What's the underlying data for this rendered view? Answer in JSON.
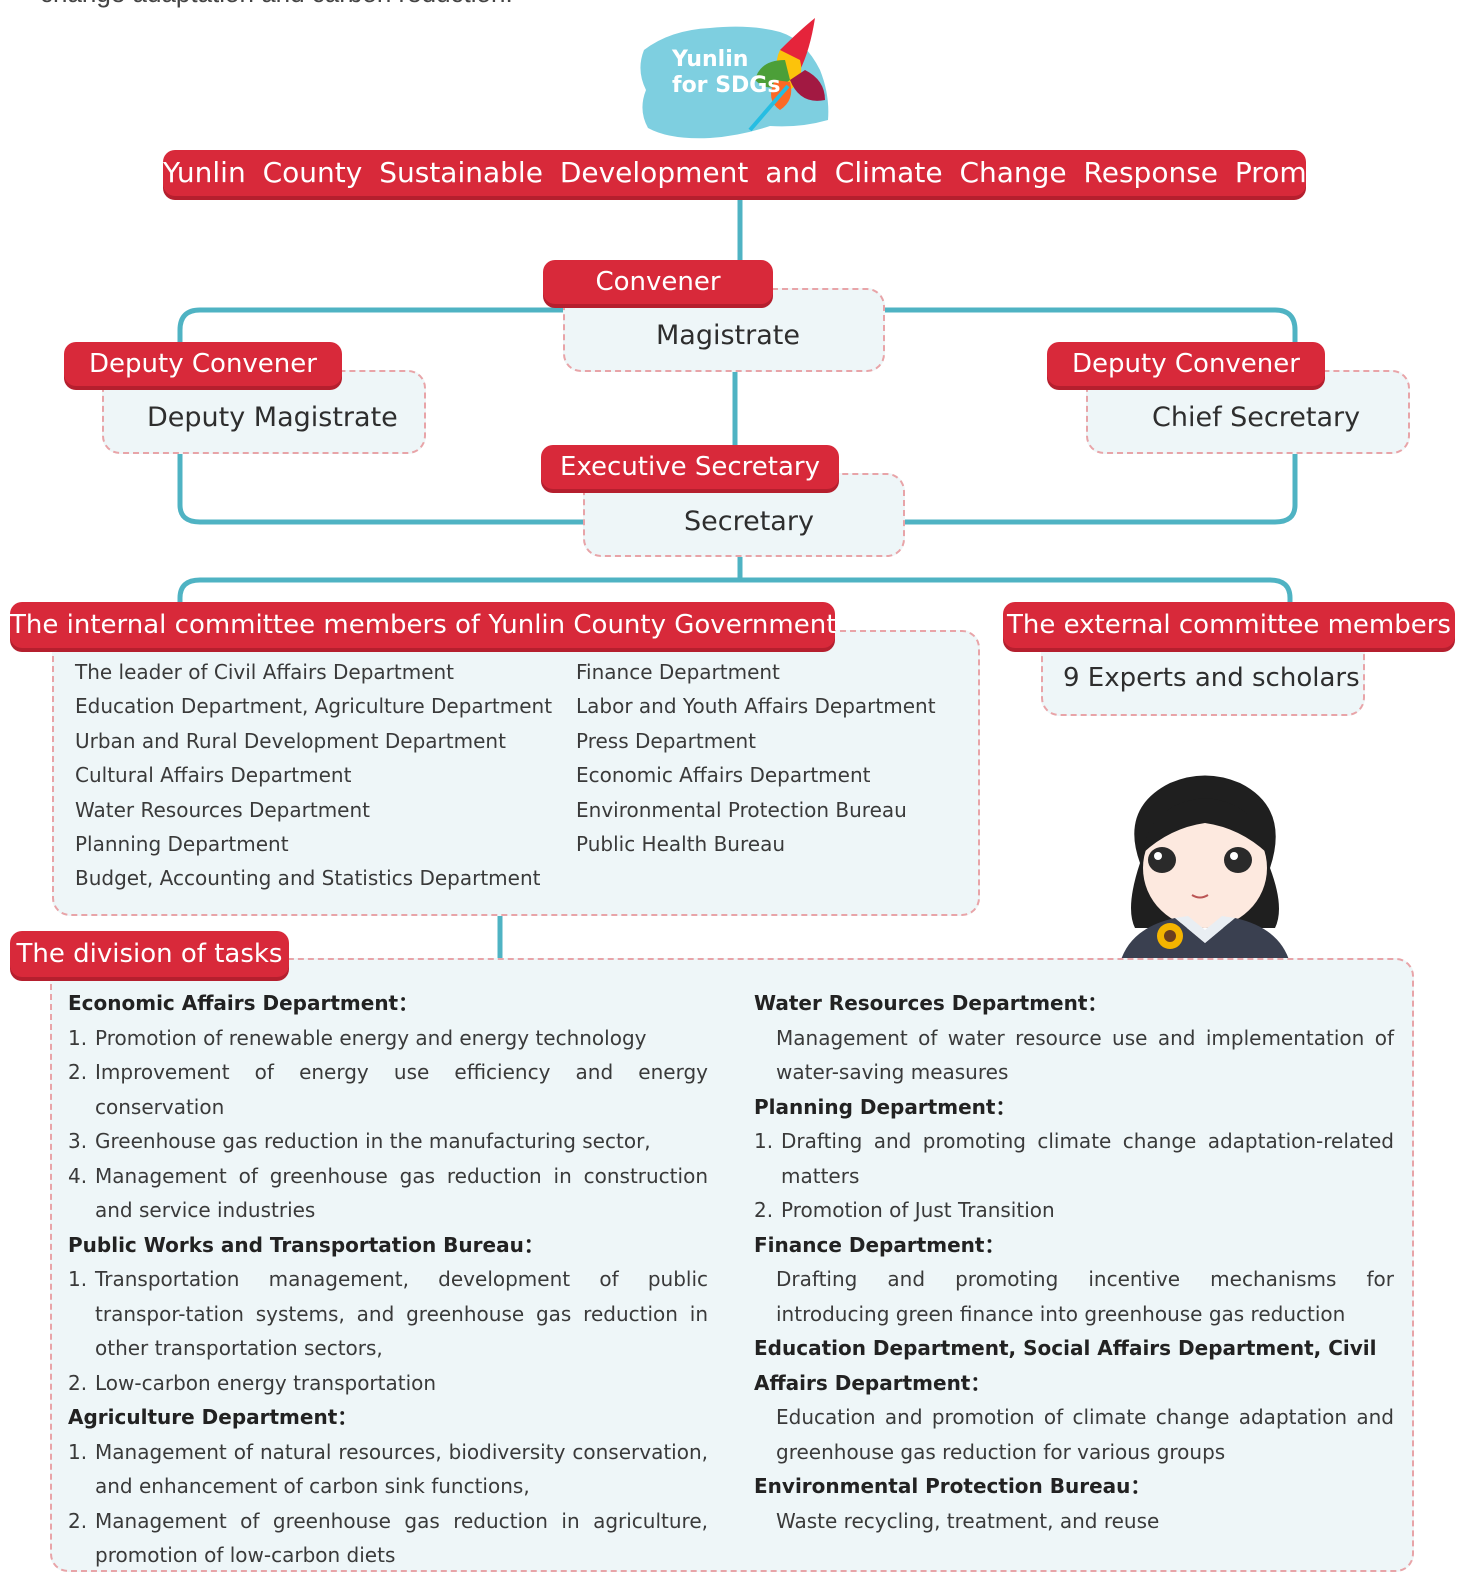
{
  "intro_text": "change adaptation and carbon reduction.",
  "logo": {
    "text_line1": "Yunlin",
    "text_line2": "for SDGs",
    "color_map": "#7ecfe0"
  },
  "title": "Yunlin County Sustainable Development and Climate Change Response Promotion",
  "convener": {
    "role": "Convener",
    "person": "Magistrate"
  },
  "deputy_left": {
    "role": "Deputy Convener",
    "person": "Deputy Magistrate"
  },
  "deputy_right": {
    "role": "Deputy Convener",
    "person": "Chief Secretary"
  },
  "executive": {
    "role": "Executive Secretary",
    "person": "Secretary"
  },
  "internal": {
    "title": "The internal committee members of  Yunlin County Government",
    "left": [
      "The leader of Civil Affairs Department",
      "Education Department, Agriculture Department",
      "Urban and Rural Development Department",
      "Cultural Affairs Department",
      "Water Resources Department",
      "Planning Department",
      "Budget, Accounting and Statistics Department"
    ],
    "right": [
      "Finance Department",
      "Labor and Youth Affairs Department",
      "Press Department",
      "Economic Affairs Department",
      "Environmental Protection Bureau",
      "Public Health Bureau"
    ]
  },
  "external": {
    "title": "The external committee members",
    "members": "9 Experts and scholars"
  },
  "tasks": {
    "title": "The division of tasks",
    "left": {
      "econ_head": "Economic Affairs Department：",
      "econ": [
        {
          "n": "1.",
          "t": "Promotion of renewable energy and energy technology"
        },
        {
          "n": "2.",
          "t": "Improvement of energy use efficiency and energy conservation"
        },
        {
          "n": "3.",
          "t": "Greenhouse gas reduction in the manufacturing sector,"
        },
        {
          "n": "4.",
          "t": "Management of greenhouse gas reduction in construction and service industries"
        }
      ],
      "pw_head": "Public Works and Transportation Bureau：",
      "pw": [
        {
          "n": "1.",
          "t": "Transportation management, development of public transpor-tation systems, and greenhouse gas reduction in other transportation sectors,"
        },
        {
          "n": "2.",
          "t": "Low-carbon energy transportation"
        }
      ],
      "agri_head": "Agriculture Department：",
      "agri": [
        {
          "n": "1.",
          "t": "Management of natural resources, biodiversity conservation, and enhancement of carbon sink functions,"
        },
        {
          "n": "2.",
          "t": "Management of greenhouse gas reduction in agriculture, promotion of low-carbon diets"
        }
      ]
    },
    "right": {
      "water_head": "Water Resources Department：",
      "water": "Management of water resource use and implementation of water-saving measures",
      "plan_head": "Planning Department：",
      "plan": [
        {
          "n": "1.",
          "t": "Drafting and promoting climate change adaptation-related matters"
        },
        {
          "n": "2.",
          "t": "Promotion of Just Transition"
        }
      ],
      "fin_head": "Finance Department：",
      "fin": "Drafting and promoting incentive mechanisms for introducing green finance into greenhouse gas reduction",
      "edu_head": "Education Department, Social Affairs Department, Civil Affairs Department：",
      "edu": "Education and promotion of climate change adaptation and greenhouse gas reduction for various groups",
      "env_head": "Environmental Protection Bureau：",
      "env": "Waste recycling, treatment, and reuse"
    }
  },
  "colors": {
    "red": "#d8293a",
    "teal": "#4fb3c3",
    "box_bg": "#eef6f8",
    "dash": "#e8a4a8"
  }
}
